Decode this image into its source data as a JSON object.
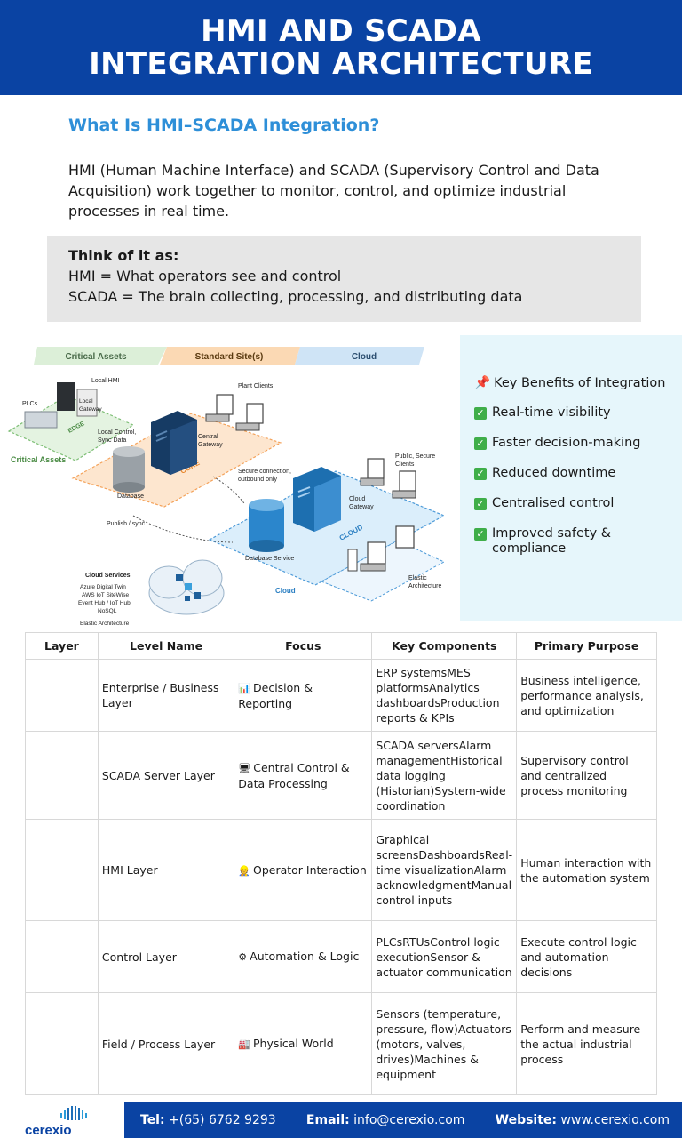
{
  "header": {
    "title_line1": "HMI AND SCADA",
    "title_line2": "INTEGRATION ARCHITECTURE"
  },
  "intro": {
    "heading": "What Is HMI–SCADA Integration?",
    "body": "HMI (Human Machine Interface) and SCADA (Supervisory Control and Data Acquisition) work together to monitor, control, and optimize industrial processes in real time."
  },
  "think": {
    "title": "Think of it as:",
    "line1": "HMI = What operators see and control",
    "line2": "SCADA = The brain collecting, processing, and distributing data"
  },
  "diagram": {
    "tab_critical": "Critical Assets",
    "tab_standard": "Standard Site(s)",
    "tab_cloud": "Cloud",
    "local_hmi": "Local HMI",
    "plcs": "PLCs",
    "local_gateway_1": "Local",
    "local_gateway_2": "Gateway",
    "edge": "EDGE",
    "critical_assets": "Critical Assets",
    "local_control_1": "Local Control,",
    "local_control_2": "Sync Data",
    "plant_clients": "Plant Clients",
    "central_gateway_1": "Central",
    "central_gateway_2": "Gateway",
    "core": "CORE",
    "database": "Database",
    "secure_1": "Secure connection,",
    "secure_2": "outbound only",
    "public_1": "Public, Secure",
    "public_2": "Clients",
    "cloud_gateway_1": "Cloud",
    "cloud_gateway_2": "Gateway",
    "cloud_label": "CLOUD",
    "publish": "Publish / sync",
    "db_service": "Database Service",
    "cloud_bottom": "Cloud",
    "elastic_1": "Elastic",
    "elastic_2": "Architecture",
    "services_title": "Cloud Services",
    "services": [
      "Azure Digital Twin",
      "AWS IoT SiteWise",
      "Event Hub / IoT Hub",
      "NoSQL"
    ],
    "services_footer": "Elastic Architecture"
  },
  "benefits": {
    "heading": "Key Benefits of Integration",
    "items": [
      "Real-time visibility",
      "Faster decision-making",
      "Reduced downtime",
      "Centralised control",
      "Improved safety & compliance"
    ],
    "colors": {
      "check": "#3fae49",
      "pin": "#d3242f",
      "background": "#e6f6fb"
    }
  },
  "table": {
    "headers": [
      "Layer",
      "Level Name",
      "Focus",
      "Key Components",
      "Primary Purpose"
    ],
    "rows": [
      {
        "layer": "",
        "name": "Enterprise / Business Layer",
        "icon": "📊",
        "focus": "Decision & Reporting",
        "components": "ERP systemsMES platformsAnalytics dashboardsProduction reports & KPIs",
        "purpose": "Business intelligence, performance analysis, and optimization"
      },
      {
        "layer": "",
        "name": "SCADA Server Layer",
        "icon": "🖥",
        "focus": "Central Control & Data Processing",
        "components": "SCADA serversAlarm managementHistorical data logging (Historian)System-wide coordination",
        "purpose": "Supervisory control and centralized process monitoring"
      },
      {
        "layer": "",
        "name": "HMI Layer",
        "icon": "👷",
        "focus": "Operator Interaction",
        "components": "Graphical screensDashboardsReal-time visualizationAlarm acknowledgmentManual control inputs",
        "purpose": "Human interaction with the automation system"
      },
      {
        "layer": "",
        "name": "Control Layer",
        "icon": "⚙",
        "focus": "Automation & Logic",
        "components": "PLCsRTUsControl logic executionSensor & actuator communication",
        "purpose": "Execute control logic and automation decisions"
      },
      {
        "layer": "",
        "name": "Field / Process Layer",
        "icon": "🏭",
        "focus": "Physical World",
        "components": "Sensors (temperature, pressure, flow)Actuators (motors, valves, drives)Machines & equipment",
        "purpose": "Perform and measure the actual industrial process"
      }
    ]
  },
  "footer": {
    "tel_label": "Tel:",
    "tel": "+(65) 6762 9293",
    "email_label": "Email:",
    "email": "info@cerexio.com",
    "web_label": "Website:",
    "web": "www.cerexio.com",
    "logo_text": "cerexio"
  },
  "colors": {
    "brand": "#0a43a3",
    "heading": "#2e8fd8",
    "box": "#e6e6e6"
  }
}
